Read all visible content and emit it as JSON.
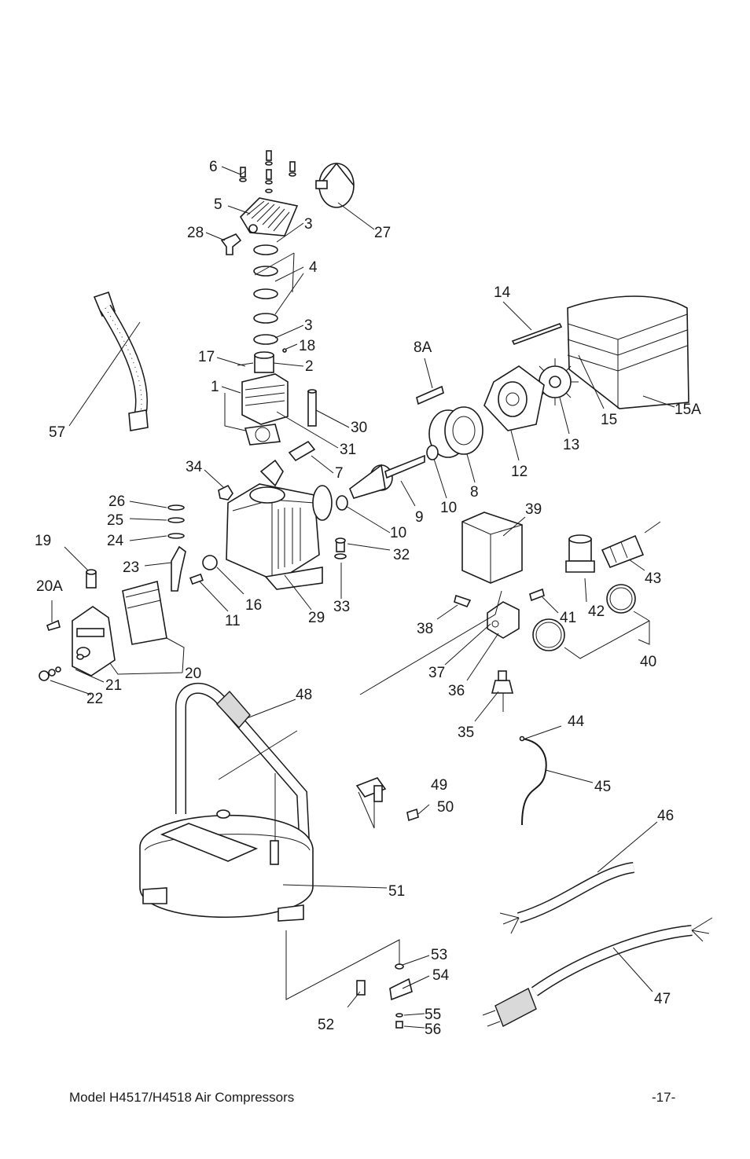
{
  "footer": {
    "model": "Model H4517/H4518 Air Compressors",
    "page": "-17-"
  },
  "callouts": [
    {
      "id": "p6",
      "text": "6"
    },
    {
      "id": "p5",
      "text": "5"
    },
    {
      "id": "p28",
      "text": "28"
    },
    {
      "id": "p3a",
      "text": "3"
    },
    {
      "id": "p27",
      "text": "27"
    },
    {
      "id": "p4",
      "text": "4"
    },
    {
      "id": "p3b",
      "text": "3"
    },
    {
      "id": "p18",
      "text": "18"
    },
    {
      "id": "p17",
      "text": "17"
    },
    {
      "id": "p2",
      "text": "2"
    },
    {
      "id": "p1",
      "text": "1"
    },
    {
      "id": "p30",
      "text": "30"
    },
    {
      "id": "p31",
      "text": "31"
    },
    {
      "id": "p7",
      "text": "7"
    },
    {
      "id": "p34",
      "text": "34"
    },
    {
      "id": "p26",
      "text": "26"
    },
    {
      "id": "p25",
      "text": "25"
    },
    {
      "id": "p24",
      "text": "24"
    },
    {
      "id": "p19",
      "text": "19"
    },
    {
      "id": "p23",
      "text": "23"
    },
    {
      "id": "p20A",
      "text": "20A"
    },
    {
      "id": "p11",
      "text": "11"
    },
    {
      "id": "p16",
      "text": "16"
    },
    {
      "id": "p29",
      "text": "29"
    },
    {
      "id": "p33",
      "text": "33"
    },
    {
      "id": "p32",
      "text": "32"
    },
    {
      "id": "p20",
      "text": "20"
    },
    {
      "id": "p21",
      "text": "21"
    },
    {
      "id": "p22",
      "text": "22"
    },
    {
      "id": "p57",
      "text": "57"
    },
    {
      "id": "p14",
      "text": "14"
    },
    {
      "id": "p8A",
      "text": "8A"
    },
    {
      "id": "p15",
      "text": "15"
    },
    {
      "id": "p15A",
      "text": "15A"
    },
    {
      "id": "p13",
      "text": "13"
    },
    {
      "id": "p12",
      "text": "12"
    },
    {
      "id": "p8",
      "text": "8"
    },
    {
      "id": "p10a",
      "text": "10"
    },
    {
      "id": "p10b",
      "text": "10"
    },
    {
      "id": "p9",
      "text": "9"
    },
    {
      "id": "p39",
      "text": "39"
    },
    {
      "id": "p43",
      "text": "43"
    },
    {
      "id": "p42",
      "text": "42"
    },
    {
      "id": "p41",
      "text": "41"
    },
    {
      "id": "p38",
      "text": "38"
    },
    {
      "id": "p40",
      "text": "40"
    },
    {
      "id": "p37",
      "text": "37"
    },
    {
      "id": "p36",
      "text": "36"
    },
    {
      "id": "p35",
      "text": "35"
    },
    {
      "id": "p44",
      "text": "44"
    },
    {
      "id": "p45",
      "text": "45"
    },
    {
      "id": "p48",
      "text": "48"
    },
    {
      "id": "p49",
      "text": "49"
    },
    {
      "id": "p50",
      "text": "50"
    },
    {
      "id": "p46",
      "text": "46"
    },
    {
      "id": "p51",
      "text": "51"
    },
    {
      "id": "p47",
      "text": "47"
    },
    {
      "id": "p53",
      "text": "53"
    },
    {
      "id": "p54",
      "text": "54"
    },
    {
      "id": "p55",
      "text": "55"
    },
    {
      "id": "p56",
      "text": "56"
    },
    {
      "id": "p52",
      "text": "52"
    }
  ]
}
